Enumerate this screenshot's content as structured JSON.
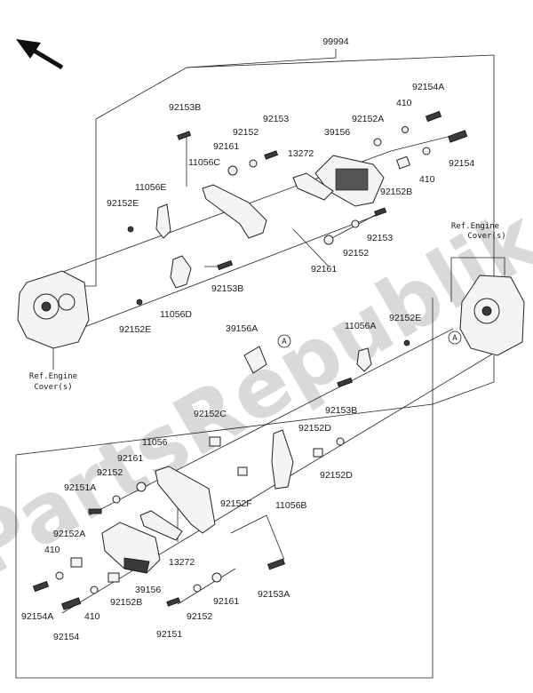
{
  "diagram": {
    "assembly_number": "99994",
    "watermark": "PartsRepublik",
    "ref_engine_cover_left": [
      "Ref.Engine",
      "Cover(s)"
    ],
    "ref_engine_cover_right": [
      "Ref.Engine",
      "Cover(s)"
    ],
    "callout_a": "A",
    "callout_a2": "A",
    "labels": [
      {
        "id": "p92153B_top",
        "text": "92153B"
      },
      {
        "id": "p92152_top",
        "text": "92152"
      },
      {
        "id": "p92153_top",
        "text": "92153"
      },
      {
        "id": "p92161_top",
        "text": "92161"
      },
      {
        "id": "p11056C",
        "text": "11056C"
      },
      {
        "id": "p13272_top",
        "text": "13272"
      },
      {
        "id": "p39156_top",
        "text": "39156"
      },
      {
        "id": "p92152A_top",
        "text": "92152A"
      },
      {
        "id": "p410_top1",
        "text": "410"
      },
      {
        "id": "p92154A_top",
        "text": "92154A"
      },
      {
        "id": "p92154_top",
        "text": "92154"
      },
      {
        "id": "p410_top2",
        "text": "410"
      },
      {
        "id": "p92152B_top",
        "text": "92152B"
      },
      {
        "id": "p11056E",
        "text": "11056E"
      },
      {
        "id": "p92152E_left",
        "text": "92152E"
      },
      {
        "id": "p92153_mid",
        "text": "92153"
      },
      {
        "id": "p92152_mid",
        "text": "92152"
      },
      {
        "id": "p92161_mid",
        "text": "92161"
      },
      {
        "id": "p92153B_mid",
        "text": "92153B"
      },
      {
        "id": "p11056D",
        "text": "11056D"
      },
      {
        "id": "p92152E_mid",
        "text": "92152E"
      },
      {
        "id": "p39156A",
        "text": "39156A"
      },
      {
        "id": "p11056A",
        "text": "11056A"
      },
      {
        "id": "p92152E_right",
        "text": "92152E"
      },
      {
        "id": "p92153B_low",
        "text": "92153B"
      },
      {
        "id": "p92152C",
        "text": "92152C"
      },
      {
        "id": "p11056",
        "text": "11056"
      },
      {
        "id": "p92161_low",
        "text": "92161"
      },
      {
        "id": "p92152_low",
        "text": "92152"
      },
      {
        "id": "p92151A",
        "text": "92151A"
      },
      {
        "id": "p92152D_1",
        "text": "92152D"
      },
      {
        "id": "p92152D_2",
        "text": "92152D"
      },
      {
        "id": "p92152F",
        "text": "92152F"
      },
      {
        "id": "p11056B",
        "text": "11056B"
      },
      {
        "id": "p92152A_low",
        "text": "92152A"
      },
      {
        "id": "p410_low1",
        "text": "410"
      },
      {
        "id": "p13272_low",
        "text": "13272"
      },
      {
        "id": "p39156_low",
        "text": "39156"
      },
      {
        "id": "p92153A",
        "text": "92153A"
      },
      {
        "id": "p92154A_low",
        "text": "92154A"
      },
      {
        "id": "p410_low2",
        "text": "410"
      },
      {
        "id": "p92152B_low",
        "text": "92152B"
      },
      {
        "id": "p92161_bot",
        "text": "92161"
      },
      {
        "id": "p92152_bot",
        "text": "92152"
      },
      {
        "id": "p92154_low",
        "text": "92154"
      },
      {
        "id": "p92151",
        "text": "92151"
      }
    ]
  }
}
